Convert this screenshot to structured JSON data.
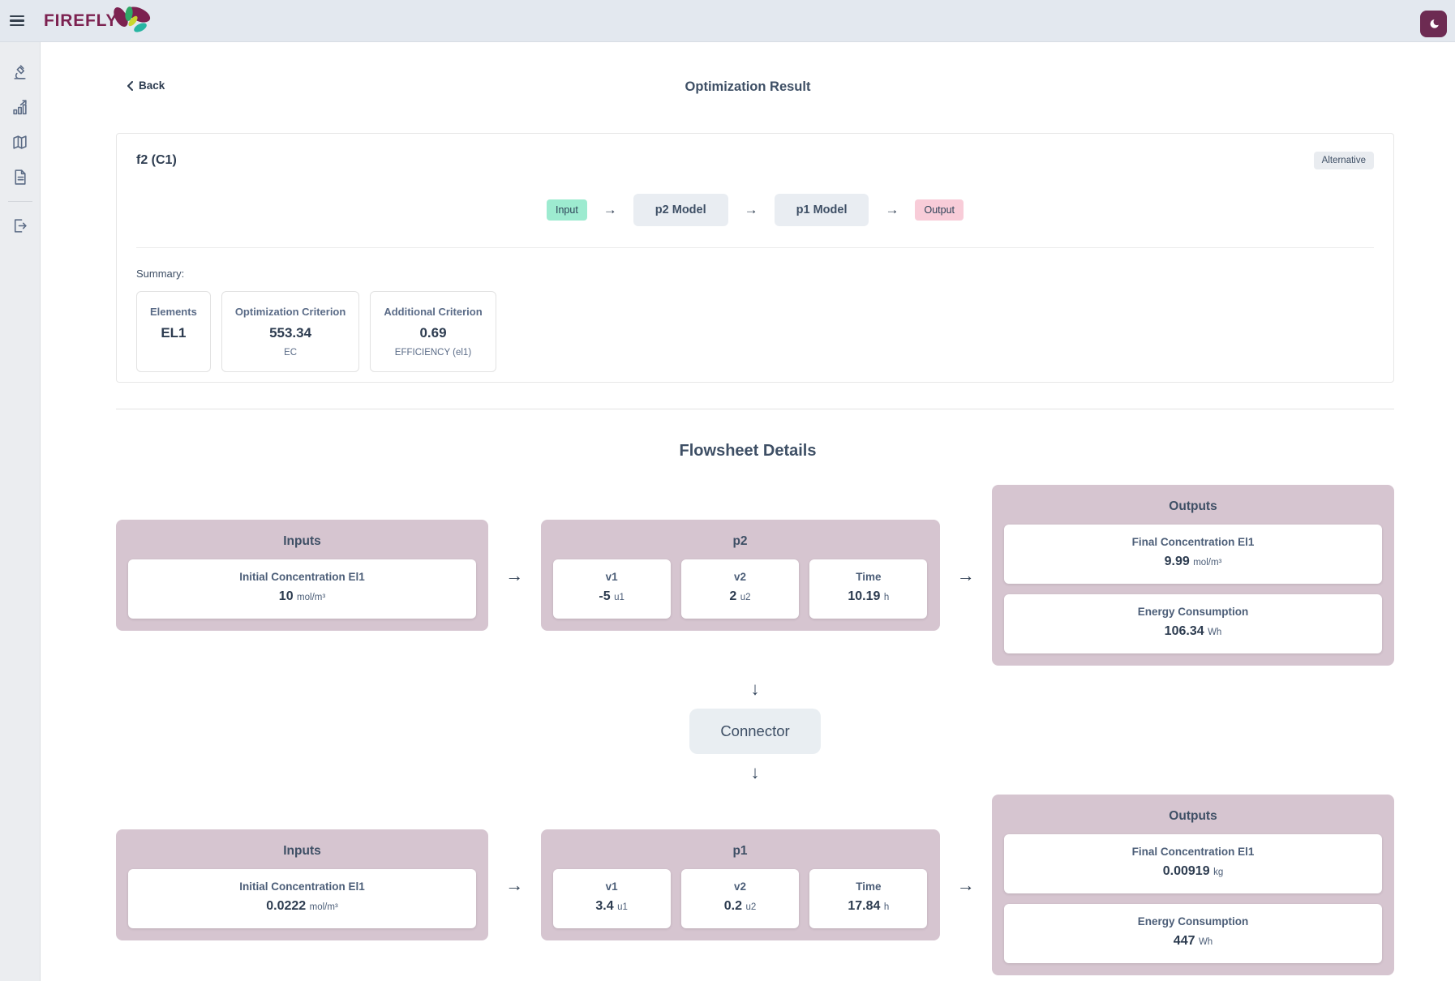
{
  "app": {
    "brand": "FIREFLY",
    "back_label": "Back",
    "page_title": "Optimization Result"
  },
  "icons": {
    "arrow_right": "→",
    "arrow_down": "↓"
  },
  "colors": {
    "header_bg": "#e3e8ef",
    "sidebar_bg": "#ebedf0",
    "brand": "#7c2150",
    "moon_button_bg": "#6d2b52",
    "input_chip_bg": "#9debd0",
    "output_chip_bg": "#f8ccd8",
    "model_box_bg": "#e9edf2",
    "flowsheet_box_bg": "#d6c5d0",
    "connector_bg": "#e9eef2",
    "heading_text": "#3e4f65"
  },
  "result_card": {
    "title": "f2 (C1)",
    "badge": "Alternative",
    "flow": {
      "input_label": "Input",
      "models": [
        "p2 Model",
        "p1 Model"
      ],
      "output_label": "Output"
    },
    "summary": {
      "label": "Summary:",
      "cards": [
        {
          "label": "Elements",
          "value": "EL1",
          "unit": ""
        },
        {
          "label": "Optimization Criterion",
          "value": "553.34",
          "unit": "EC"
        },
        {
          "label": "Additional Criterion",
          "value": "0.69",
          "unit": "EFFICIENCY (el1)"
        }
      ]
    }
  },
  "flowsheet": {
    "title": "Flowsheet Details",
    "connector_label": "Connector",
    "rows": [
      {
        "inputs": {
          "title": "Inputs",
          "cards": [
            {
              "label": "Initial Concentration El1",
              "value": "10",
              "unit": "mol/m³"
            }
          ]
        },
        "process": {
          "title": "p2",
          "cards": [
            {
              "label": "v1",
              "value": "-5",
              "unit": "u1"
            },
            {
              "label": "v2",
              "value": "2",
              "unit": "u2"
            },
            {
              "label": "Time",
              "value": "10.19",
              "unit": "h"
            }
          ]
        },
        "outputs": {
          "title": "Outputs",
          "cards": [
            {
              "label": "Final Concentration El1",
              "value": "9.99",
              "unit": "mol/m³"
            },
            {
              "label": "Energy Consumption",
              "value": "106.34",
              "unit": "Wh"
            }
          ]
        }
      },
      {
        "inputs": {
          "title": "Inputs",
          "cards": [
            {
              "label": "Initial Concentration El1",
              "value": "0.0222",
              "unit": "mol/m³"
            }
          ]
        },
        "process": {
          "title": "p1",
          "cards": [
            {
              "label": "v1",
              "value": "3.4",
              "unit": "u1"
            },
            {
              "label": "v2",
              "value": "0.2",
              "unit": "u2"
            },
            {
              "label": "Time",
              "value": "17.84",
              "unit": "h"
            }
          ]
        },
        "outputs": {
          "title": "Outputs",
          "cards": [
            {
              "label": "Final Concentration El1",
              "value": "0.00919",
              "unit": "kg"
            },
            {
              "label": "Energy Consumption",
              "value": "447",
              "unit": "Wh"
            }
          ]
        }
      }
    ]
  }
}
